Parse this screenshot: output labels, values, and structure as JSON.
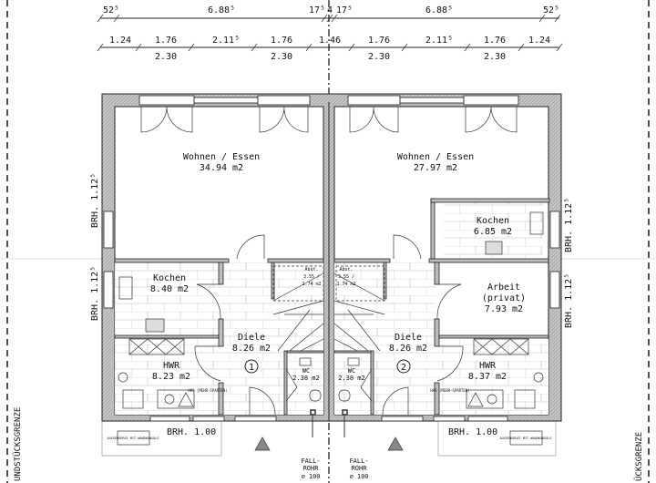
{
  "dimensions": {
    "row1": [
      "52⁵",
      "6.88⁵",
      "17⁵",
      "4",
      "17⁵",
      "6.88⁵",
      "52⁵"
    ],
    "row2_top": [
      "1.24",
      "1.76",
      "2.11⁵",
      "1.76",
      "1.46",
      "1.76",
      "2.11⁵",
      "1.76",
      "1.24"
    ],
    "row2_bottom": [
      "2.30",
      "2.30",
      "2.30",
      "2.30"
    ]
  },
  "unit1": {
    "number": "1",
    "wohnen": {
      "name": "Wohnen / Essen",
      "area": "34.94 m2"
    },
    "kochen": {
      "name": "Kochen",
      "area": "8.40 m2"
    },
    "abst": {
      "name": "Abst.",
      "area1": "3.55 /",
      "area2": "1.74 m2"
    },
    "diele": {
      "name": "Diele",
      "area": "8.26 m2"
    },
    "hwr": {
      "name": "HWR",
      "area": "8.23 m2"
    },
    "wc": {
      "name": "WC",
      "area": "2.38 m2"
    },
    "brh_upper": "BRH. 1.12⁵",
    "brh_lower": "BRH. 1.12⁵",
    "brh_front": "BRH. 1.00",
    "hausanschluss": "HAS (MEHR-SPARTEN)",
    "aussengeraet": "AUSSENGERÄT MIT WANDKONSOLE",
    "fallrohr": [
      "FALL-",
      "ROHR",
      "⌀ 100"
    ]
  },
  "unit2": {
    "number": "2",
    "wohnen": {
      "name": "Wohnen / Essen",
      "area": "27.97 m2"
    },
    "kochen": {
      "name": "Kochen",
      "area": "6.85 m2"
    },
    "arbeit": {
      "name": "Arbeit",
      "sub": "(privat)",
      "area": "7.93 m2"
    },
    "abst": {
      "name": "Abst.",
      "area1": "3.55 /",
      "area2": "1.74 m2"
    },
    "diele": {
      "name": "Diele",
      "area": "8.26 m2"
    },
    "hwr": {
      "name": "HWR",
      "area": "8.37 m2"
    },
    "wc": {
      "name": "WC",
      "area": "2.38 m2"
    },
    "brh_upper": "BRH. 1.12⁵",
    "brh_lower": "BRH. 1.12⁵",
    "brh_front": "BRH. 1.00",
    "hausanschluss": "HAS (MEHR-SPARTEN)",
    "aussengeraet": "AUSSENGERÄT MIT WANDKONSOLE",
    "fallrohr": [
      "FALL-",
      "ROHR",
      "⌀ 100"
    ]
  },
  "boundary_left": "UNDSTÜCKSGRENZE",
  "boundary_right": "ÜCKSGRENZE"
}
